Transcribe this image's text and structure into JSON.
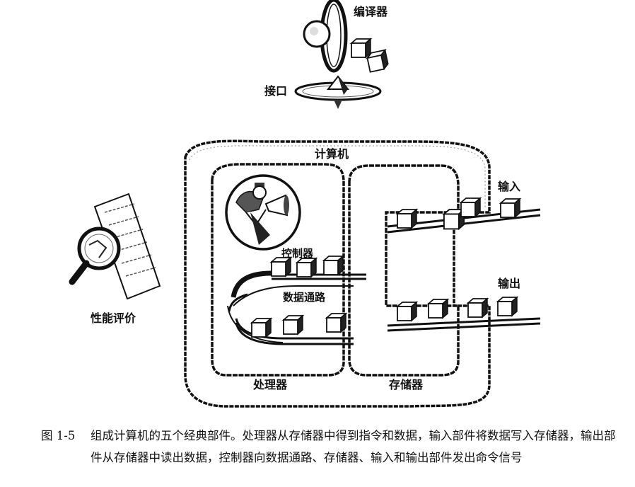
{
  "labels": {
    "compiler": "编译器",
    "interface": "接口",
    "computer": "计算机",
    "input": "输入",
    "output": "输出",
    "control": "控制器",
    "datapath": "数据通路",
    "performance": "性能评价",
    "processor": "处理器",
    "memory": "存储器"
  },
  "caption": {
    "number": "图 1-5",
    "text": "组成计算机的五个经典部件。处理器从存储器中得到指令和数据，输入部件将数据写入存储器，输出部件从存储器中读出数据，控制器向数据通路、存储器、输入和输出部件发出命令信号"
  }
}
